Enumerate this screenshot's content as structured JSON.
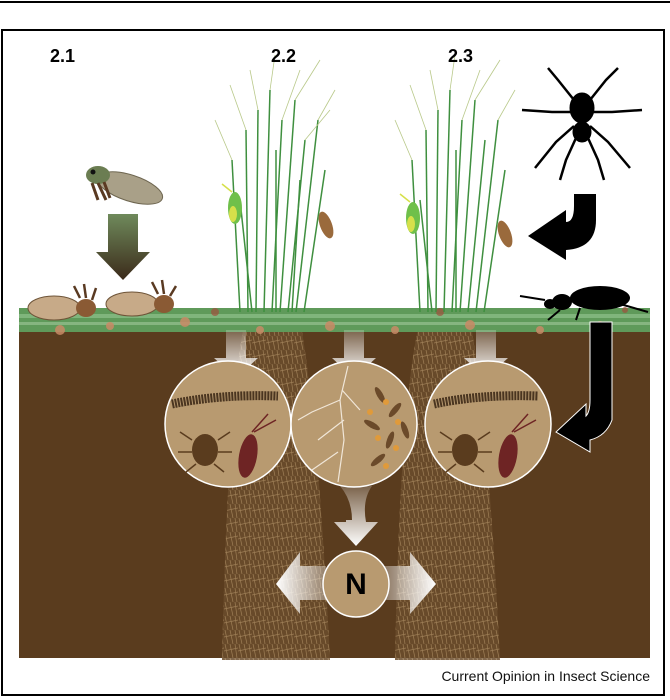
{
  "figure": {
    "panels": [
      {
        "id": "2.1",
        "label": "2.1",
        "description": "Insect carcasses falling to the litter layer (pulse of detritus)"
      },
      {
        "id": "2.2",
        "label": "2.2",
        "description": "Herbivorous insects on grass affecting plant inputs"
      },
      {
        "id": "2.3",
        "label": "2.3",
        "description": "Predators (spider, ground beetle) exerting top-down effects"
      }
    ],
    "center_node": {
      "label": "N",
      "meaning": "nitrogen"
    },
    "circles": [
      {
        "id": "left",
        "contents": [
          "millipede",
          "mite",
          "springtail-like insect"
        ]
      },
      {
        "id": "middle",
        "contents": [
          "fungal hyphae",
          "microbes",
          "fecal pellets"
        ]
      },
      {
        "id": "right",
        "contents": [
          "millipede",
          "mite",
          "springtail-like insect"
        ]
      }
    ],
    "caption": "Current Opinion in Insect Science",
    "colors": {
      "soil": "#5a3c1e",
      "circle_fill": "#b89a70",
      "litter_green": "#5f9a5a",
      "grass": "#3f8f3f",
      "arrow_white": "#ffffff",
      "arrow_black": "#000000",
      "arrow_gradient_top": "#6f8a5c",
      "arrow_gradient_bottom": "#3b2a1a"
    }
  }
}
